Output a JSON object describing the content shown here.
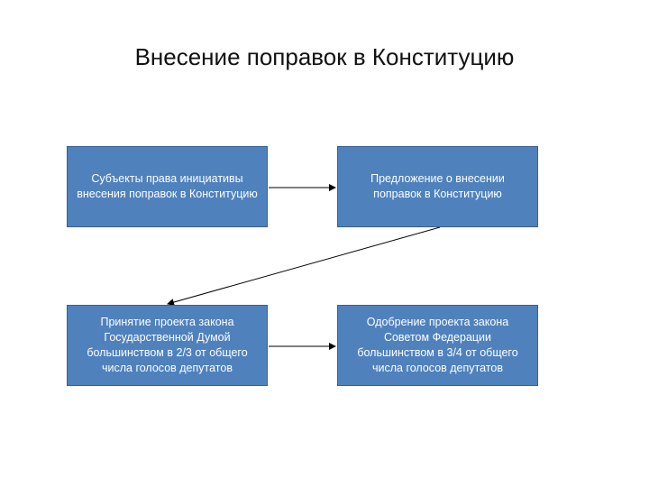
{
  "title": "Внесение поправок в Конституцию",
  "boxes": {
    "subjects": "Субъекты права инициативы внесения поправок в Конституцию",
    "proposal": "Предложение о внесении поправок в Конституцию",
    "duma": "Принятие проекта закона Государственной Думой большинством в 2/3 от общего числа голосов депутатов",
    "federation_council": "Одобрение проекта закона Советом Федерации большинством в 3/4 от общего числа голосов депутатов"
  },
  "colors": {
    "box_fill": "#4f81bd",
    "box_border": "#3a5f8c",
    "arrow": "#000000"
  }
}
